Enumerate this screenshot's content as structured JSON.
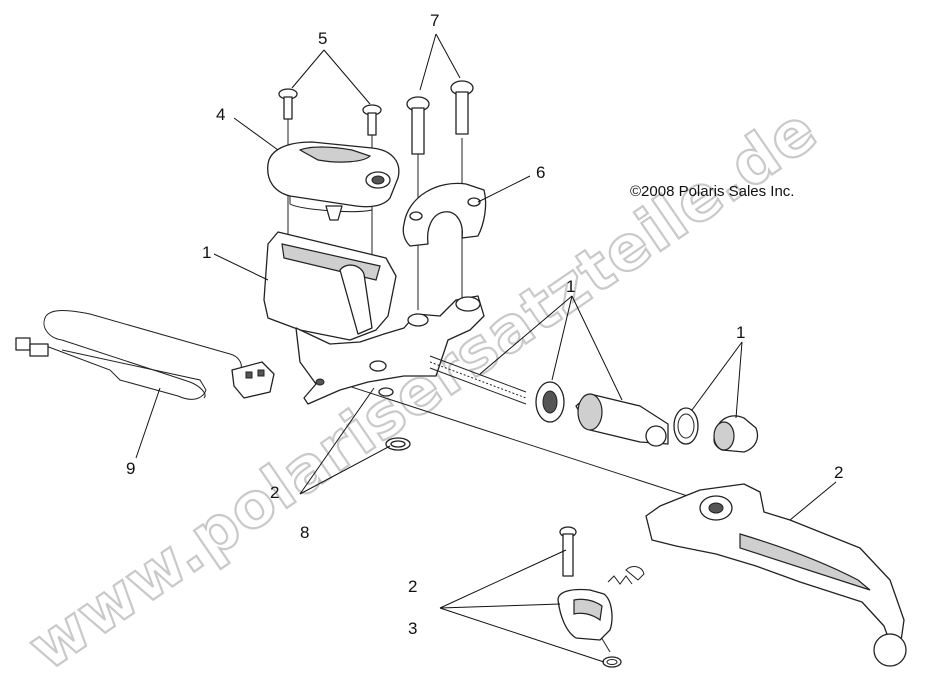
{
  "copyright": "©2008 Polaris Sales Inc.",
  "watermark": "www.polarisersatzteile.de",
  "callouts": [
    "7",
    "5",
    "4",
    "6",
    "1",
    "1",
    "1",
    "9",
    "2",
    "8",
    "2",
    "2",
    "3"
  ]
}
